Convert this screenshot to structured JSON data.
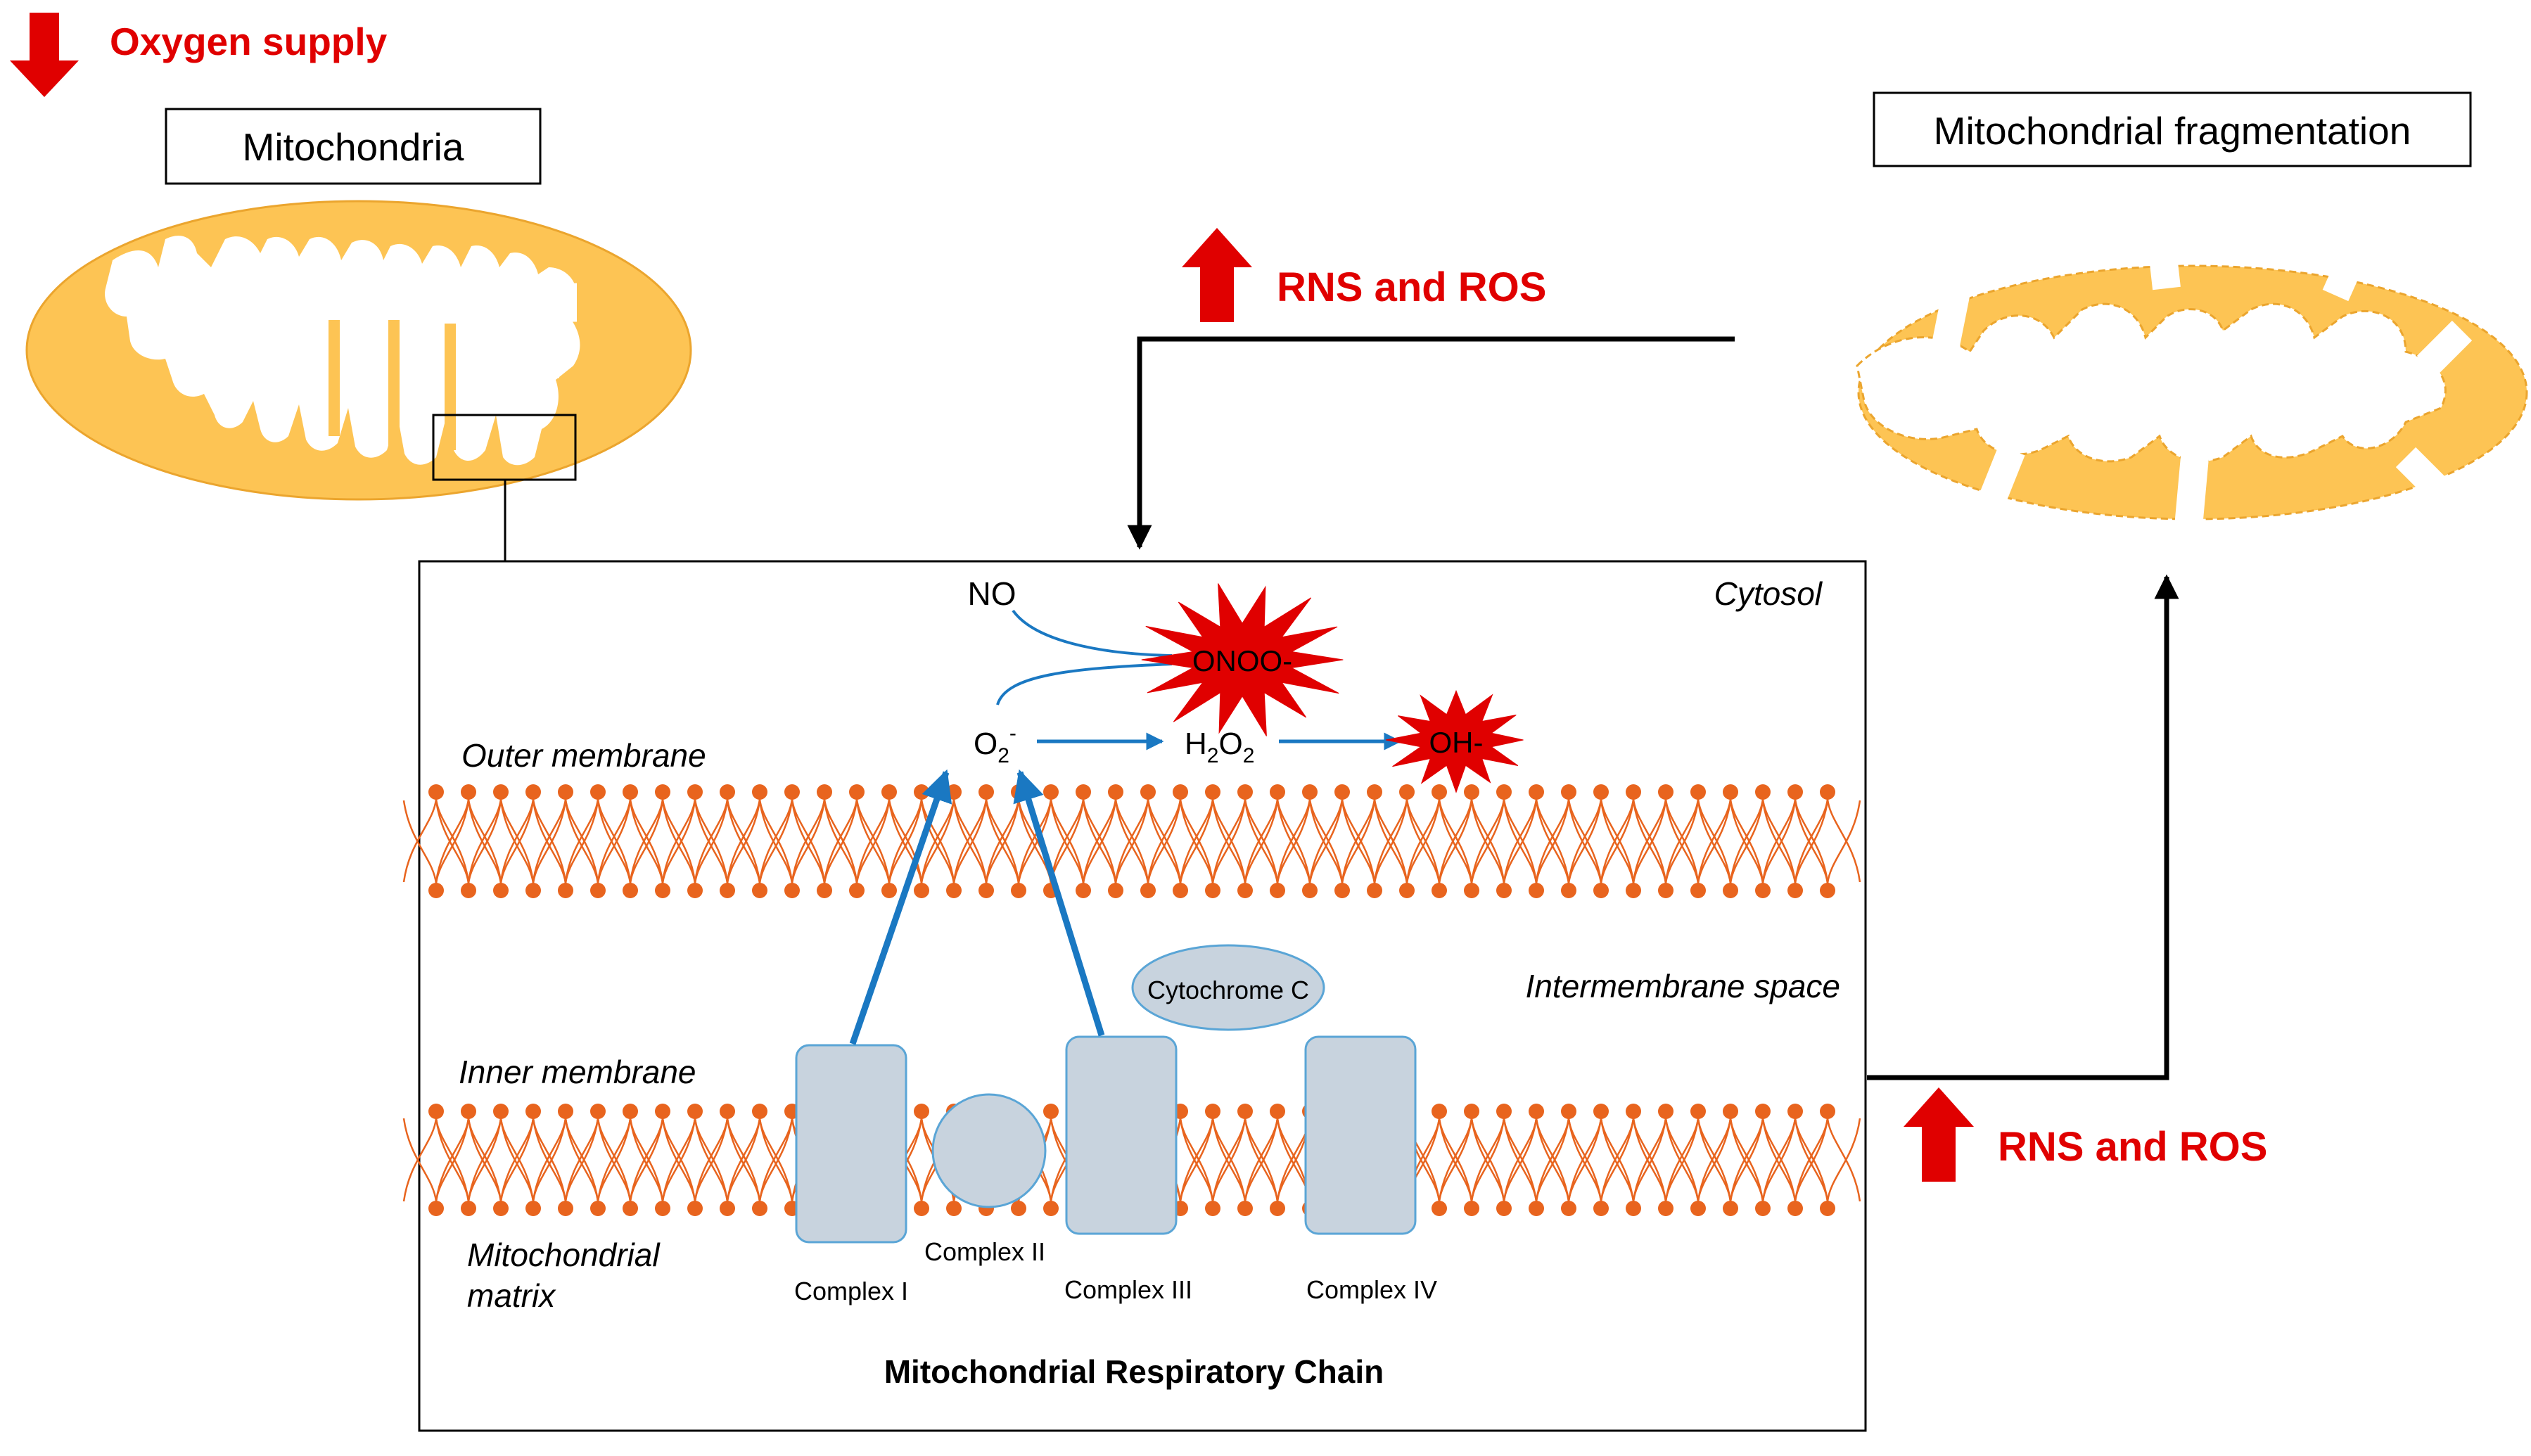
{
  "oxygen": {
    "label": "Oxygen supply"
  },
  "mito": {
    "label": "Mitochondria"
  },
  "fragmentation": {
    "label": "Mitochondrial fragmentation"
  },
  "rns_top": {
    "label": "RNS and ROS"
  },
  "rns_right": {
    "label": "RNS and ROS"
  },
  "box": {
    "cytosol": "Cytosol",
    "outer": "Outer membrane",
    "inner": "Inner membrane",
    "intermembrane": "Intermembrane space",
    "matrix_line1": "Mitochondrial",
    "matrix_line2": "matrix",
    "chain_title": "Mitochondrial Respiratory Chain"
  },
  "chem": {
    "no": "NO",
    "onoo": "ONOO-",
    "o2": "O",
    "o2_sub": "2",
    "o2_sup": "-",
    "h2o2_h": "H",
    "h2o2_sub1": "2",
    "h2o2_o": "O",
    "h2o2_sub2": "2",
    "oh": "OH-"
  },
  "complexes": {
    "c1": "Complex  I",
    "c2": "Complex  II",
    "c3": "Complex  III",
    "c4": "Complex  IV",
    "cytc": "Cytochrome  C"
  },
  "colors": {
    "red": "#e00000",
    "orange": "#e8641e",
    "mito_fill": "#fdc454",
    "mito_stroke": "#eba52e",
    "blue": "#1a78c2",
    "complex_fill": "#c8d3de",
    "complex_stroke": "#5aa5d6"
  }
}
